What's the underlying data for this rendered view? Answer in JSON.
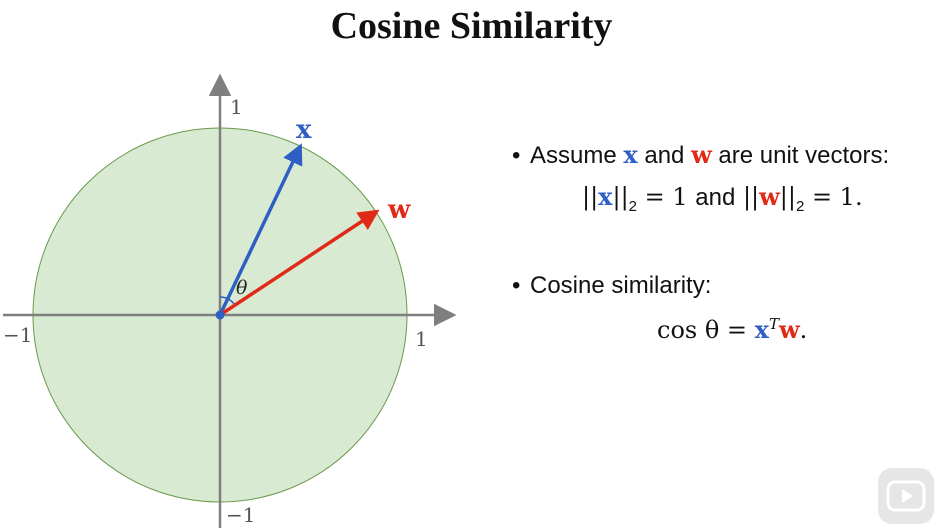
{
  "title": "Cosine Similarity",
  "diagram": {
    "axis_labels": {
      "x_neg": "−1",
      "x_pos": "1",
      "y_pos": "1",
      "y_neg": "−1"
    },
    "vector_x_label": "x",
    "vector_w_label": "w",
    "angle_label": "θ",
    "colors": {
      "x": "#2f5fc4",
      "w": "#e02a18",
      "circle_fill": "#d9ead3",
      "circle_stroke": "#6a9a4a",
      "axes": "#7f7f7f"
    }
  },
  "bullets": [
    {
      "prefix": "Assume ",
      "x": "x",
      "mid": " and ",
      "w": "w",
      "suffix": " are unit vectors:"
    },
    {
      "text": "Cosine similarity:"
    }
  ],
  "equation1": {
    "left_bars": "||",
    "x": "x",
    "right_bars": "||",
    "sub": "2",
    "eq1": " = 1 ",
    "and": "and",
    "w": "w",
    "eq2": " = 1."
  },
  "equation2": {
    "cos": "cos θ = ",
    "x": "x",
    "sup": "T",
    "w": "w",
    "end": "."
  }
}
